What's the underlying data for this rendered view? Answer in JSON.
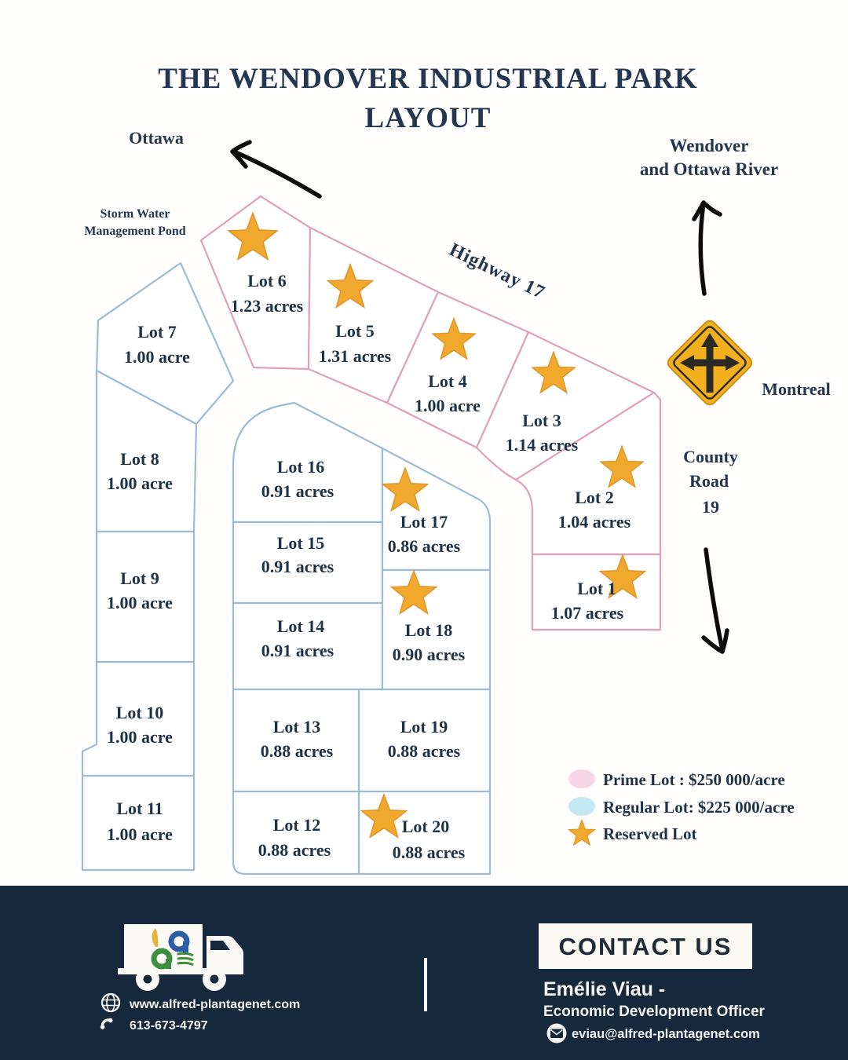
{
  "title": {
    "line1": "THE WENDOVER INDUSTRIAL PARK",
    "line2": "LAYOUT"
  },
  "map": {
    "direction_labels": {
      "ottawa": "Ottawa",
      "wendover_line1": "Wendover",
      "wendover_line2": "and Ottawa River",
      "storm_line1": "Storm Water",
      "storm_line2": "Management Pond",
      "highway": "Highway 17",
      "montreal": "Montreal",
      "county_line1": "County",
      "county_line2": "Road",
      "county_line3": "19"
    },
    "lots": [
      {
        "name": "Lot 1",
        "area": "1.07 acres",
        "type": "prime",
        "reserved": true
      },
      {
        "name": "Lot 2",
        "area": "1.04 acres",
        "type": "prime",
        "reserved": true
      },
      {
        "name": "Lot 3",
        "area": "1.14 acres",
        "type": "prime",
        "reserved": true
      },
      {
        "name": "Lot 4",
        "area": "1.00 acre",
        "type": "prime",
        "reserved": true
      },
      {
        "name": "Lot 5",
        "area": "1.31 acres",
        "type": "prime",
        "reserved": true
      },
      {
        "name": "Lot 6",
        "area": "1.23 acres",
        "type": "prime",
        "reserved": true
      },
      {
        "name": "Lot 7",
        "area": "1.00 acre",
        "type": "regular",
        "reserved": false
      },
      {
        "name": "Lot 8",
        "area": "1.00 acre",
        "type": "regular",
        "reserved": false
      },
      {
        "name": "Lot 9",
        "area": "1.00 acre",
        "type": "regular",
        "reserved": false
      },
      {
        "name": "Lot 10",
        "area": "1.00 acre",
        "type": "regular",
        "reserved": false
      },
      {
        "name": "Lot 11",
        "area": "1.00 acre",
        "type": "regular",
        "reserved": false
      },
      {
        "name": "Lot 12",
        "area": "0.88 acres",
        "type": "regular",
        "reserved": false
      },
      {
        "name": "Lot 13",
        "area": "0.88 acres",
        "type": "regular",
        "reserved": false
      },
      {
        "name": "Lot 14",
        "area": "0.91 acres",
        "type": "regular",
        "reserved": false
      },
      {
        "name": "Lot 15",
        "area": "0.91 acres",
        "type": "regular",
        "reserved": false
      },
      {
        "name": "Lot 16",
        "area": "0.91 acres",
        "type": "regular",
        "reserved": false
      },
      {
        "name": "Lot 17",
        "area": "0.86 acres",
        "type": "regular",
        "reserved": true
      },
      {
        "name": "Lot 18",
        "area": "0.90 acres",
        "type": "regular",
        "reserved": true
      },
      {
        "name": "Lot 19",
        "area": "0.88 acres",
        "type": "regular",
        "reserved": false
      },
      {
        "name": "Lot 20",
        "area": "0.88 acres",
        "type": "regular",
        "reserved": true
      }
    ]
  },
  "legend": {
    "prime": "Prime Lot : $250 000/acre",
    "regular": "Regular Lot: $225 000/acre",
    "reserved": "Reserved Lot"
  },
  "colors": {
    "prime_outline": "#dfa0bc",
    "regular_outline": "#9cbcd4",
    "star": "#f0a92c",
    "legend_prime": "#f8d6e5",
    "legend_regular": "#c5e9f3",
    "sign_yellow": "#f2b01e",
    "footer_bg": "#16293c",
    "navy_text": "#22364e"
  },
  "footer": {
    "website": "www.alfred-plantagenet.com",
    "phone": "613-673-4797",
    "contact_heading": "CONTACT US",
    "contact_name": "Emélie Viau -",
    "contact_role": "Economic Development Officer",
    "contact_email": "eviau@alfred-plantagenet.com"
  }
}
